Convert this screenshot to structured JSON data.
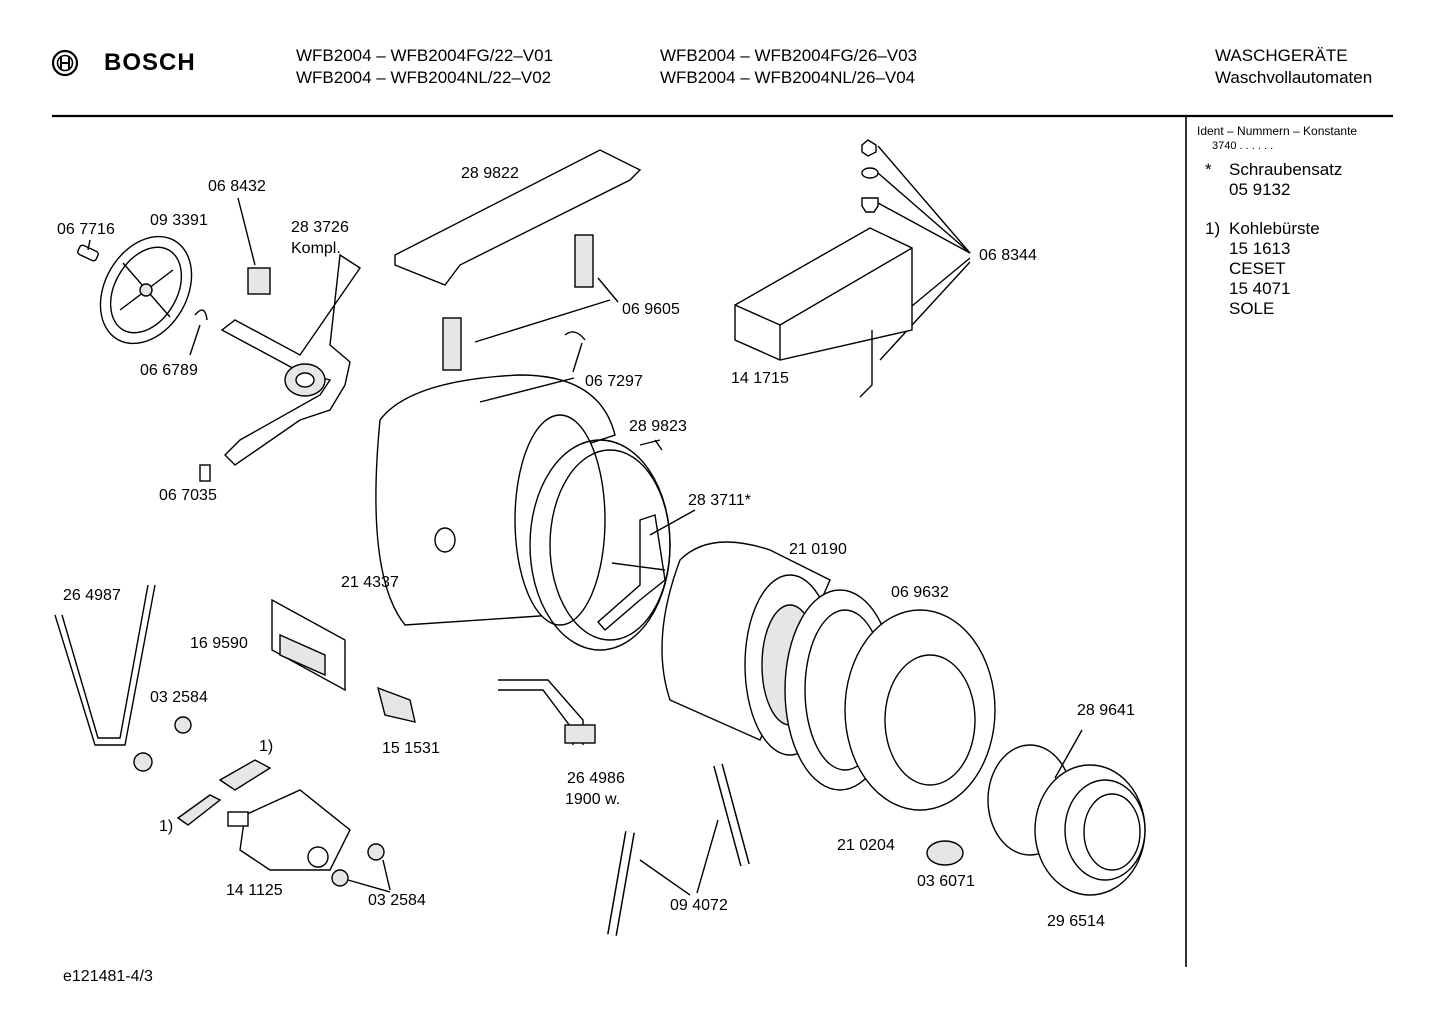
{
  "header": {
    "brand": "BOSCH",
    "models": [
      "WFB2004 – WFB2004FG/22–V01",
      "WFB2004 – WFB2004NL/22–V02",
      "WFB2004 – WFB2004FG/26–V03",
      "WFB2004 – WFB2004NL/26–V04"
    ],
    "category": "WASCHGERÄTE",
    "subcategory": "Waschvollautomaten"
  },
  "sidebar": {
    "ident_title": "Ident – Nummern – Konstante",
    "ident_value": "3740  .  .     .  .  .  .",
    "notes": [
      {
        "marker": "*",
        "lines": [
          "Schraubensatz",
          "05 9132"
        ]
      },
      {
        "marker": "1)",
        "lines": [
          "Kohlebürste",
          "15 1613",
          "CESET",
          "15 4071",
          "SOLE"
        ]
      }
    ]
  },
  "parts": [
    "06 8432",
    "06 7716",
    "09 3391",
    "28 3726",
    "Kompl.",
    "28 9822",
    "06 8344",
    "06 9605",
    "06 6789",
    "06 7297",
    "14 1715",
    "28 9823",
    "06 7035",
    "28 3711*",
    "21 0190",
    "21 4337",
    "06 9632",
    "26 4987",
    "16 9590",
    "03 2584",
    "28 9641",
    "1)",
    "15 1531",
    "26 4986",
    "1900 w.",
    "1)",
    "21 0204",
    "03 6071",
    "14 1125",
    "03 2584",
    "09 4072",
    "29 6514"
  ],
  "footer": {
    "code": "e121481-4/3"
  }
}
